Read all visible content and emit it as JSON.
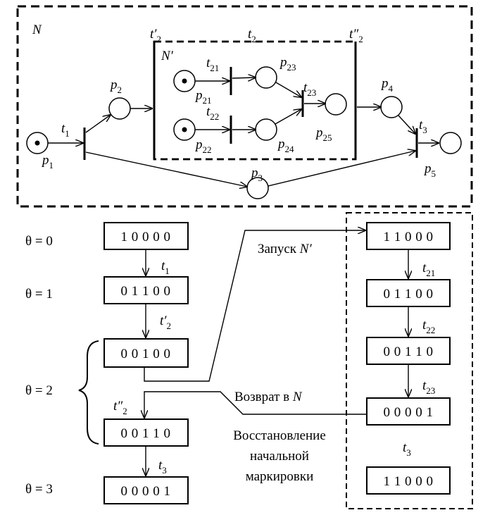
{
  "petri_net": {
    "outer_net_label": "N",
    "inner_net_label": "N′",
    "places": {
      "p1": {
        "name": "p",
        "sub": "1",
        "token": true
      },
      "p2": {
        "name": "p",
        "sub": "2",
        "token": false
      },
      "p3": {
        "name": "p",
        "sub": "3",
        "token": false
      },
      "p4": {
        "name": "p",
        "sub": "4",
        "token": false
      },
      "p5": {
        "name": "p",
        "sub": "5",
        "token": false
      },
      "p21": {
        "name": "p",
        "sub": "21",
        "token": true
      },
      "p22": {
        "name": "p",
        "sub": "22",
        "token": true
      },
      "p23": {
        "name": "p",
        "sub": "23",
        "token": false
      },
      "p24": {
        "name": "p",
        "sub": "24",
        "token": false
      },
      "p25": {
        "name": "p",
        "sub": "25",
        "token": false
      }
    },
    "transitions": {
      "t1": {
        "name": "t",
        "sub": "1"
      },
      "t2_start": {
        "name": "t′",
        "sub": "2"
      },
      "t2": {
        "name": "t",
        "sub": "2"
      },
      "t2_end": {
        "name": "t″",
        "sub": "2"
      },
      "t3": {
        "name": "t",
        "sub": "3"
      },
      "t21": {
        "name": "t",
        "sub": "21"
      },
      "t22": {
        "name": "t",
        "sub": "22"
      },
      "t23": {
        "name": "t",
        "sub": "23"
      }
    }
  },
  "execution": {
    "thetas": [
      "θ = 0",
      "θ = 1",
      "θ = 2",
      "θ = 3"
    ],
    "main_markings": [
      "1 0 0 0 0",
      "0 1 1 0 0",
      "0 0 1 0 0",
      "0 0 1 1 0",
      "0 0 0 0 1"
    ],
    "main_transitions": [
      {
        "name": "t",
        "sub": "1"
      },
      {
        "name": "t′",
        "sub": "2"
      },
      {
        "name": "t″",
        "sub": "2"
      },
      {
        "name": "t",
        "sub": "3"
      }
    ],
    "sub_markings": [
      "1 1 0 0 0",
      "0 1 1 0 0",
      "0 0 1 1 0",
      "0 0 0 0 1",
      "1 1 0 0 0"
    ],
    "sub_transitions": [
      {
        "name": "t",
        "sub": "21"
      },
      {
        "name": "t",
        "sub": "22"
      },
      {
        "name": "t",
        "sub": "23"
      },
      {
        "name": "t",
        "sub": "3"
      }
    ],
    "launch_label": "Запуск ",
    "launch_net": "N′",
    "return_label": "Возврат в ",
    "return_net": "N",
    "restore_label": [
      "Восстановление",
      "начальной",
      "маркировки"
    ]
  }
}
